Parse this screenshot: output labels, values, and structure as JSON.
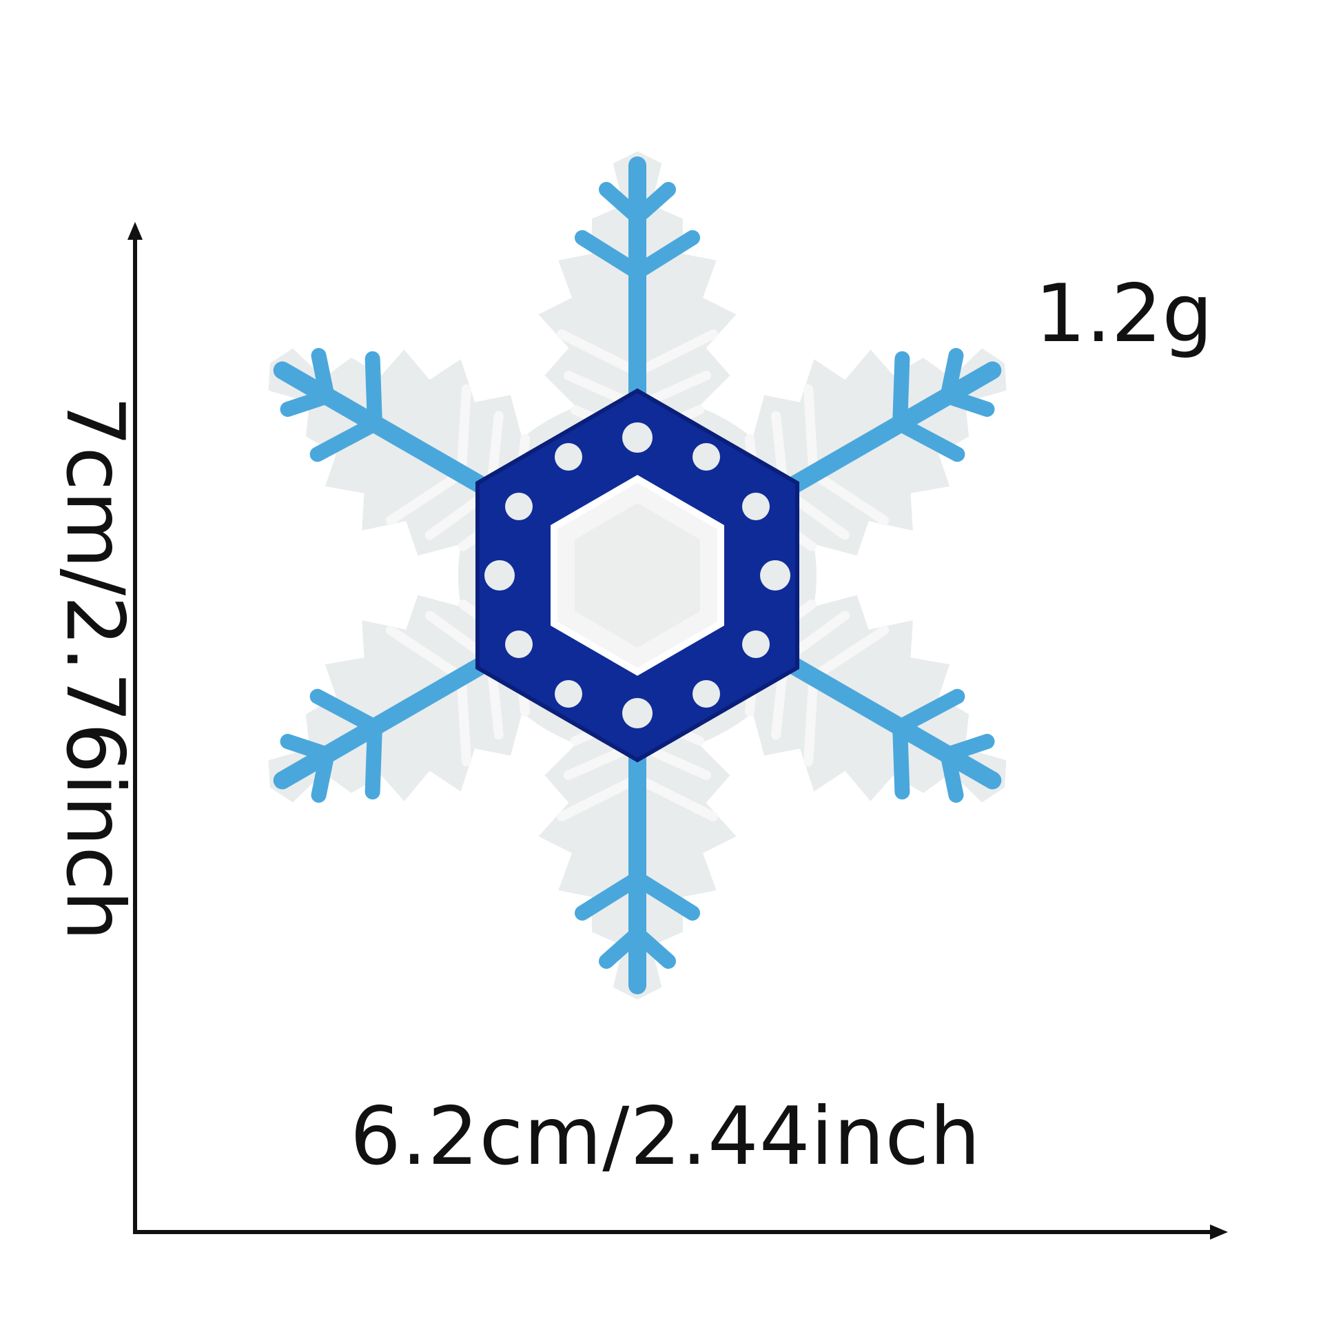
{
  "measurements": {
    "width": "6.2cm/2.44inch",
    "height": "7cm/2.76inch",
    "weight": "1.2g"
  },
  "product": {
    "name_icon": "snowflake-embroidered-patch",
    "colors": {
      "background_fabric": "#ecefef",
      "fabric_edge": "#ffffff",
      "arm_blue": "#4aa7dc",
      "light_teal": "#8fd0de",
      "navy_hexagon": "#0f2b98",
      "center_white": "#f5f5f5"
    }
  },
  "colors": {
    "axis": "#111111",
    "text": "#111111",
    "page": "#ffffff"
  }
}
